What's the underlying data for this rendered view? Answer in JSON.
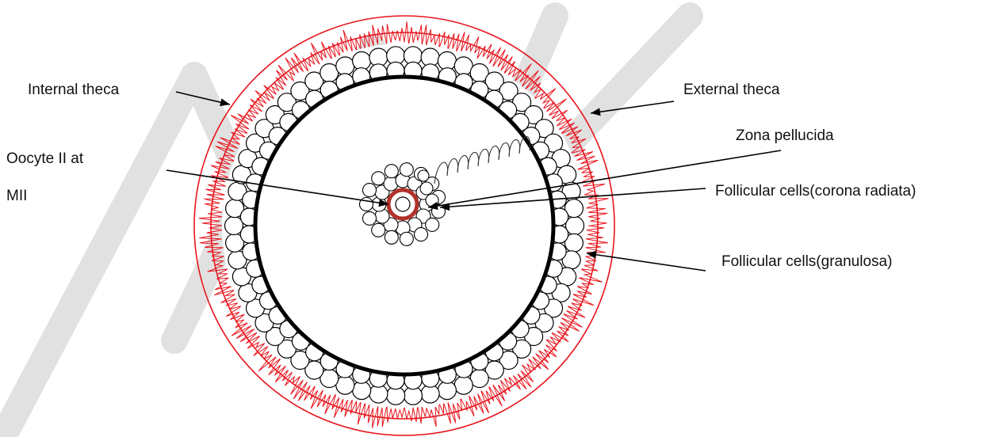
{
  "labels": {
    "internal_theca": "Internal theca",
    "external_theca": "External theca",
    "zona_pellucida": "Zona pellucida",
    "oocyte_line1": "Oocyte II at",
    "oocyte_line2": "MII",
    "corona_radiata": "Follicular cells(corona radiata)",
    "granulosa": "Follicular cells(granulosa)"
  },
  "watermark": "MAIV",
  "colors": {
    "theca": "#e8141c",
    "zona": "#b0322a",
    "outline": "#000000",
    "watermark": "#c9c9c9"
  }
}
